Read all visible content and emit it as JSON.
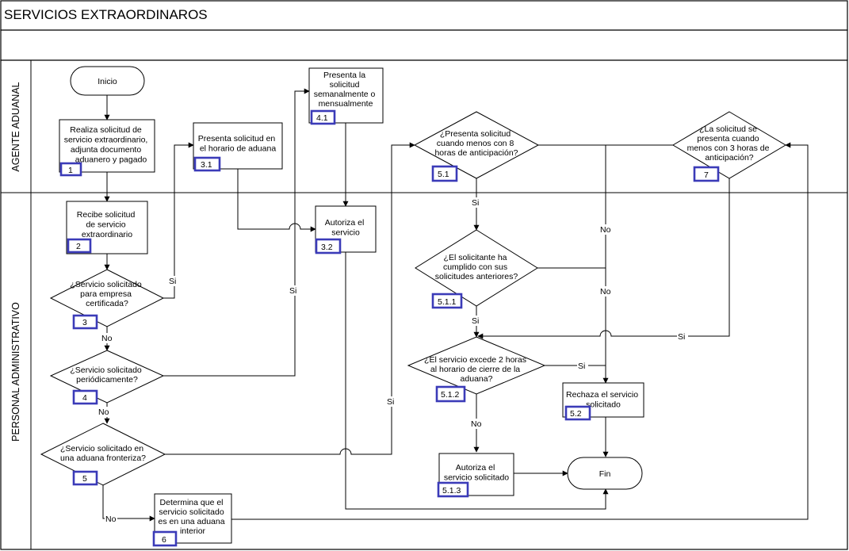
{
  "title": "SERVICIOS EXTRAORDINAROS",
  "lanes": {
    "agente": "AGENTE ADUANAL",
    "personal": "PERSONAL ADMINISTRATIVO"
  },
  "nodes": {
    "inicio": {
      "lines": [
        "Inicio"
      ]
    },
    "n1": {
      "lines": [
        "Realiza solicitud de",
        "servicio extraordinario,",
        "adjunta documento",
        "aduanero y pagado"
      ],
      "badge": "1"
    },
    "n2": {
      "lines": [
        "Recibe solicitud",
        "de servicio",
        "extraordinario"
      ],
      "badge": "2"
    },
    "n3": {
      "lines": [
        "¿Servicio solicitado",
        "para empresa",
        "certificada?"
      ],
      "badge": "3"
    },
    "n4": {
      "lines": [
        "¿Servicio solicitado",
        "periódicamente?"
      ],
      "badge": "4"
    },
    "n5": {
      "lines": [
        "¿Servicio solicitado en",
        "una aduana fronteriza?"
      ],
      "badge": "5"
    },
    "n6": {
      "lines": [
        "Determina que el",
        "servicio solicitado",
        "es en una aduana",
        "interior"
      ],
      "badge": "6"
    },
    "n31": {
      "lines": [
        "Presenta solicitud en",
        "el horario de aduana"
      ],
      "badge": "3.1"
    },
    "n41": {
      "lines": [
        "Presenta la",
        "solicitud",
        "semanalmente o",
        "mensualmente"
      ],
      "badge": "4.1"
    },
    "n32": {
      "lines": [
        "Autoriza el",
        "servicio"
      ],
      "badge": "3.2"
    },
    "n51": {
      "lines": [
        "¿Presenta solicitud",
        "cuando menos con 8",
        "horas de anticipación?"
      ],
      "badge": "5.1"
    },
    "n511": {
      "lines": [
        "¿El solicitante ha",
        "cumplido con sus",
        "solicitudes anteriores?"
      ],
      "badge": "5.1.1"
    },
    "n512": {
      "lines": [
        "¿El servicio excede 2 horas",
        "al horario de cierre de la",
        "aduana?"
      ],
      "badge": "5.1.2"
    },
    "n513": {
      "lines": [
        "Autoriza el",
        "servicio solicitado"
      ],
      "badge": "5.1.3"
    },
    "n52": {
      "lines": [
        "Rechaza el servicio",
        "solicitado"
      ],
      "badge": "5.2"
    },
    "n7": {
      "lines": [
        "¿La solicitud se",
        "presenta cuando",
        "menos con 3 horas de",
        "anticipación?"
      ],
      "badge": "7"
    },
    "fin": {
      "lines": [
        "Fin"
      ]
    }
  },
  "edge_labels": {
    "si": "Si",
    "no": "No"
  }
}
